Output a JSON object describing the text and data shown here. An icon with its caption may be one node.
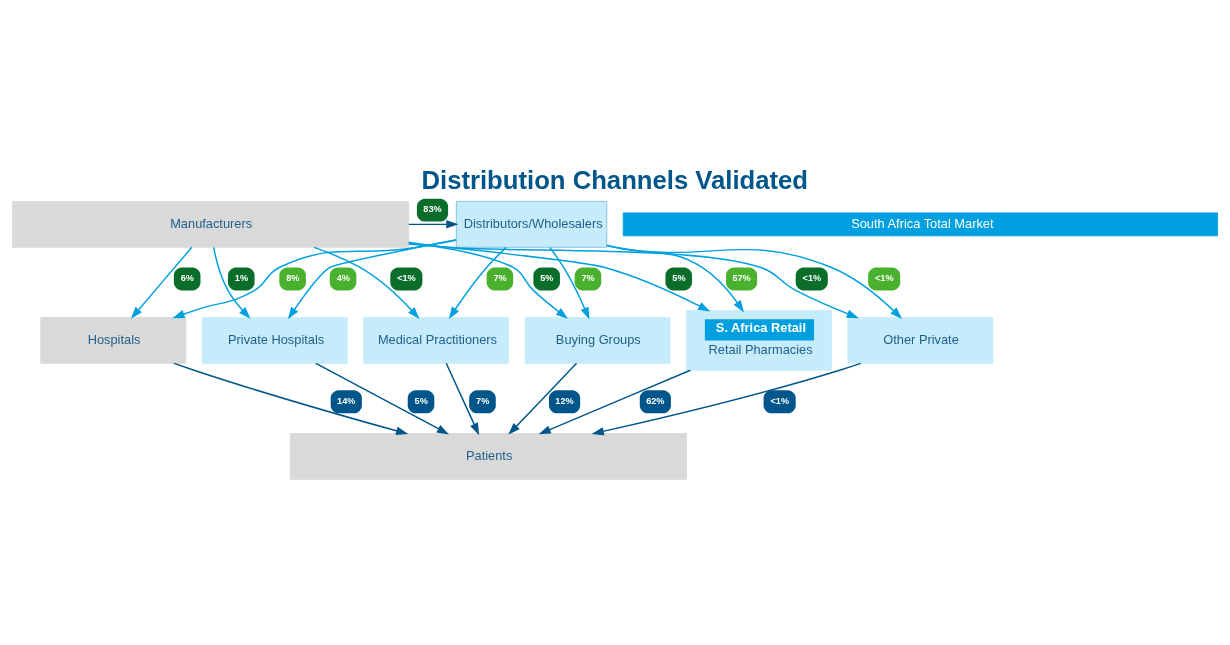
{
  "diagram": {
    "title": "Distribution Channels Validated",
    "nodes": [
      {
        "text": [
          "Manufacturers"
        ]
      },
      {
        "text": [
          "Distributors/Wholesalers"
        ]
      },
      {
        "text": [
          "South Africa Total Market"
        ]
      },
      {
        "text": [
          "S. Africa Retail",
          "Retail Pharmacies"
        ]
      },
      {
        "text": [
          "Private Hospitals"
        ]
      },
      {
        "text": [
          "Medical Practitioners"
        ]
      },
      {
        "text": [
          "Other Private"
        ]
      },
      {
        "text": [
          "Buying Groups"
        ]
      },
      {
        "text": [
          "Hospitals"
        ]
      },
      {
        "text": [
          "Patients"
        ]
      }
    ],
    "edges": [
      {
        "from": 0,
        "to": 1,
        "arrow": "to",
        "label": "83%",
        "color": "#00568a"
      },
      {
        "from": 0,
        "to": 3,
        "arrow": "to",
        "label": "5%"
      },
      {
        "from": 0,
        "to": 4,
        "arrow": "to",
        "label": "1%"
      },
      {
        "from": 0,
        "to": 5,
        "arrow": "to",
        "label": "<1%"
      },
      {
        "from": 0,
        "to": 6,
        "arrow": "to",
        "label": "<1%"
      },
      {
        "from": 0,
        "to": 7,
        "arrow": "to",
        "label": "5%"
      },
      {
        "from": 0,
        "to": 8,
        "arrow": "to",
        "label": "6%"
      },
      {
        "from": 1,
        "to": 3,
        "arrow": "to",
        "label": "57%"
      },
      {
        "from": 1,
        "to": 4,
        "arrow": "to",
        "label": "4%"
      },
      {
        "from": 1,
        "to": 5,
        "arrow": "to",
        "label": "7%"
      },
      {
        "from": 1,
        "to": 6,
        "arrow": "to",
        "label": "<1%"
      },
      {
        "from": 1,
        "to": 7,
        "arrow": "to",
        "label": "7%"
      },
      {
        "from": 1,
        "to": 8,
        "arrow": "to",
        "label": "8%"
      },
      {
        "from": 3,
        "to": 9,
        "arrow": "to",
        "label": "62%",
        "color": "#00568a"
      },
      {
        "from": 4,
        "to": 9,
        "arrow": "to",
        "label": "5%",
        "color": "#00568a"
      },
      {
        "from": 5,
        "to": 9,
        "arrow": "to",
        "label": "7%",
        "color": "#00568a"
      },
      {
        "from": 6,
        "to": 9,
        "arrow": "to",
        "label": "<1%",
        "color": "#00568a"
      },
      {
        "from": 7,
        "to": 9,
        "arrow": "to",
        "label": "12%",
        "color": "#00568a"
      },
      {
        "from": 8,
        "to": 9,
        "arrow": "to",
        "label": "14%",
        "color": "#00568a"
      }
    ]
  }
}
